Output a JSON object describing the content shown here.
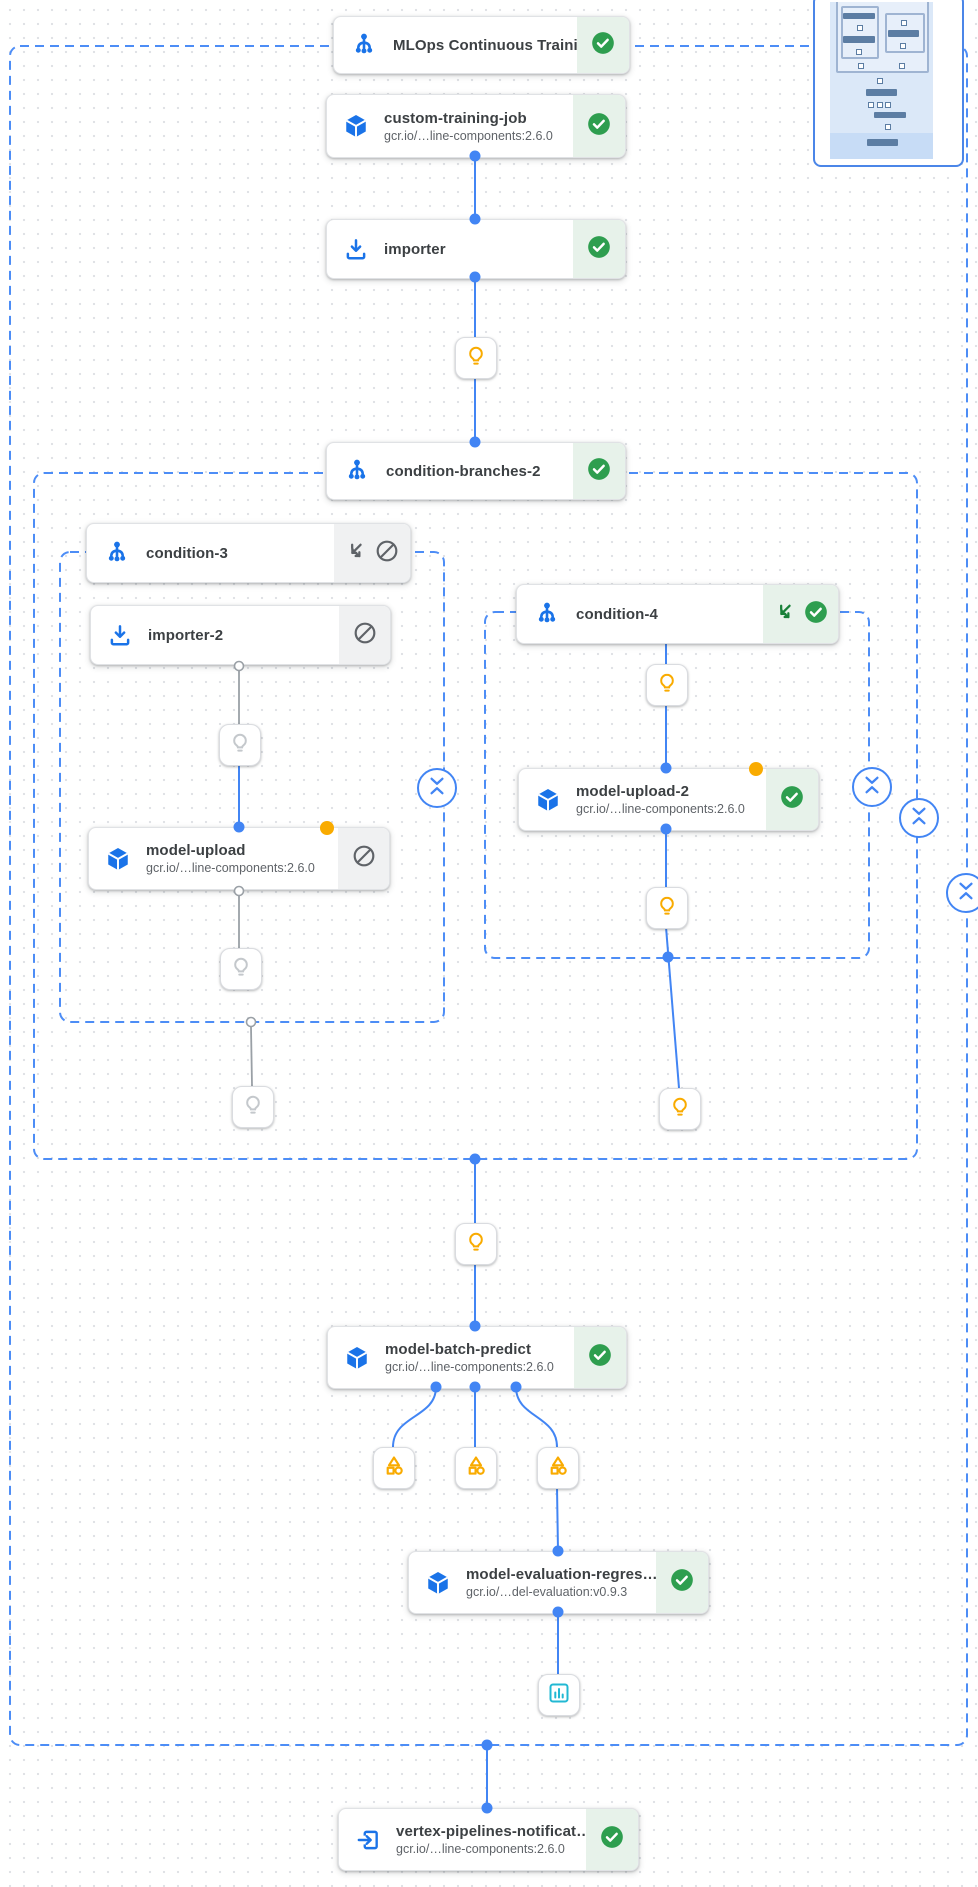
{
  "colors": {
    "accent_blue": "#4285f4",
    "icon_blue": "#1a73e8",
    "success_green": "#2e9e4f",
    "success_bg": "#e7f2ea",
    "skipped_gray": "#5f6368",
    "skipped_bg": "#f0f1f2",
    "warning_yellow": "#f9ab00",
    "artifact_teal": "#22b8d3"
  },
  "nodes": [
    {
      "id": "mlops-title",
      "label": "MLOps Continuous Traini…",
      "icon": "branch-icon",
      "status": "succeeded",
      "status_icons": [
        "check-circle-icon"
      ]
    },
    {
      "id": "custom-training-job",
      "label": "custom-training-job",
      "subtitle": "gcr.io/…line-components:2.6.0",
      "icon": "cube-icon",
      "status": "succeeded",
      "status_icons": [
        "check-circle-icon"
      ]
    },
    {
      "id": "importer",
      "label": "importer",
      "icon": "download-icon",
      "status": "succeeded",
      "status_icons": [
        "check-circle-icon"
      ]
    },
    {
      "id": "condition-branches-2",
      "label": "condition-branches-2",
      "icon": "branch-icon",
      "status": "succeeded",
      "status_icons": [
        "check-circle-icon"
      ]
    },
    {
      "id": "condition-3",
      "label": "condition-3",
      "icon": "branch-icon",
      "status": "skipped",
      "status_icons": [
        "fork-icon",
        "blocked-icon"
      ]
    },
    {
      "id": "importer-2",
      "label": "importer-2",
      "icon": "download-icon",
      "status": "skipped",
      "status_icons": [
        "blocked-icon"
      ]
    },
    {
      "id": "model-upload",
      "label": "model-upload",
      "subtitle": "gcr.io/…line-components:2.6.0",
      "icon": "cube-icon",
      "status": "skipped",
      "status_icons": [
        "blocked-icon"
      ],
      "badge": "orange-dot"
    },
    {
      "id": "condition-4",
      "label": "condition-4",
      "icon": "branch-icon",
      "status": "succeeded",
      "status_icons": [
        "fork-icon",
        "check-circle-icon"
      ]
    },
    {
      "id": "model-upload-2",
      "label": "model-upload-2",
      "subtitle": "gcr.io/…line-components:2.6.0",
      "icon": "cube-icon",
      "status": "succeeded",
      "status_icons": [
        "check-circle-icon"
      ],
      "badge": "orange-dot"
    },
    {
      "id": "model-batch-predict",
      "label": "model-batch-predict",
      "subtitle": "gcr.io/…line-components:2.6.0",
      "icon": "cube-icon",
      "status": "succeeded",
      "status_icons": [
        "check-circle-icon"
      ]
    },
    {
      "id": "model-evaluation",
      "label": "model-evaluation-regres…",
      "subtitle": "gcr.io/…del-evaluation:v0.9.3",
      "icon": "cube-icon",
      "status": "succeeded",
      "status_icons": [
        "check-circle-icon"
      ]
    },
    {
      "id": "vertex-pipelines-notification",
      "label": "vertex-pipelines-notificat…",
      "subtitle": "gcr.io/…line-components:2.6.0",
      "icon": "exit-to-app-icon",
      "status": "succeeded",
      "status_icons": [
        "check-circle-icon"
      ]
    }
  ]
}
